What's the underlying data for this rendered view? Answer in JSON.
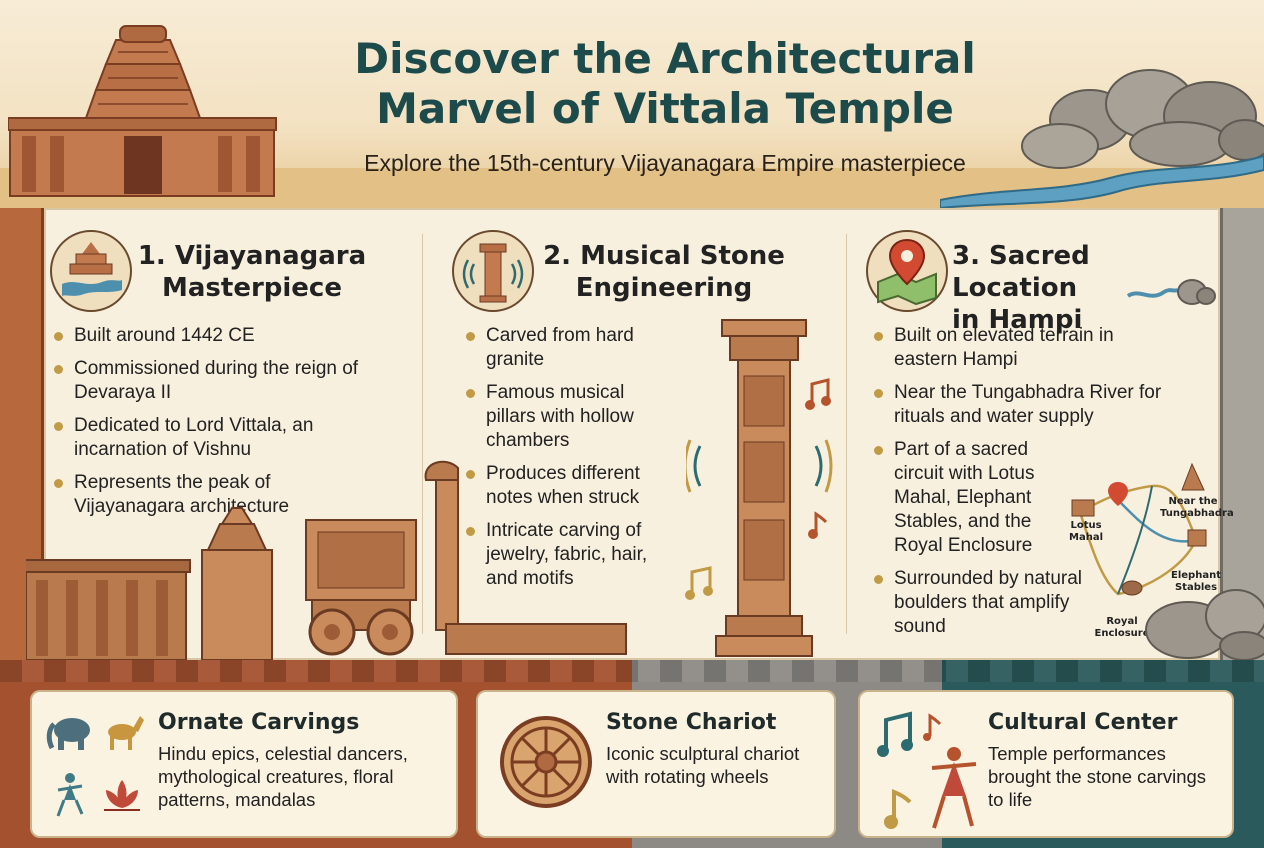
{
  "header": {
    "title_line1": "Discover the Architectural",
    "title_line2": "Marvel of Vittala Temple",
    "subtitle": "Explore the 15th-century Vijayanagara Empire masterpiece"
  },
  "columns": [
    {
      "title_line1": "1. Vijayanagara",
      "title_line2": "Masterpiece",
      "icon": "temple-icon",
      "bullets": [
        "Built around 1442 CE",
        "Commissioned during the reign of Devaraya II",
        "Dedicated to Lord Vittala, an incarnation of Vishnu",
        "Represents the peak of Vijayanagara architecture"
      ]
    },
    {
      "title_line1": "2. Musical Stone",
      "title_line2": "Engineering",
      "icon": "musical-pillar-icon",
      "bullets": [
        "Carved from hard granite",
        "Famous musical pillars with hollow chambers",
        "Produces different notes when struck",
        "Intricate carving of jewelry, fabric, hair, and motifs"
      ]
    },
    {
      "title_line1": "3. Sacred Location",
      "title_line2": "in Hampi",
      "icon": "map-pin-icon",
      "bullets": [
        "Built on elevated terrain in eastern Hampi",
        "Near the Tungabhadra River for rituals and water supply",
        "Part of a sacred circuit with Lotus Mahal, Elephant Stables, and the Royal Enclosure",
        "Surrounded by natural boulders that amplify sound"
      ]
    }
  ],
  "map": {
    "lotus_line1": "Lotus",
    "lotus_line2": "Mahal",
    "river_line1": "Near the",
    "river_line2": "Tungabhadra",
    "stables_line1": "Elephant",
    "stables_line2": "Stables",
    "royal_line1": "Royal",
    "royal_line2": "Enclosure"
  },
  "cards": [
    {
      "title": "Ornate Carvings",
      "text": "Hindu epics, celestial dancers, mythological creatures, floral patterns, mandalas"
    },
    {
      "title": "Stone Chariot",
      "text": "Iconic sculptural chariot with rotating wheels"
    },
    {
      "title": "Cultural Center",
      "text": "Temple performances brought the stone carvings to life"
    }
  ],
  "colors": {
    "title": "#1d4a4a",
    "bullet": "#c09a45",
    "stone_red": "#a4512f",
    "stone_grey": "#8d8a86",
    "teal": "#2b5a5c"
  }
}
